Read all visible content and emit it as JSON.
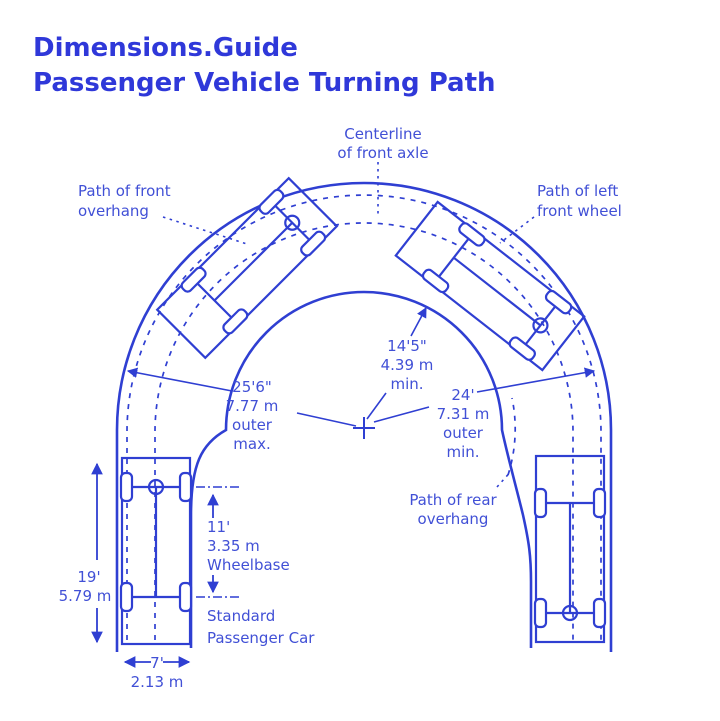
{
  "colors": {
    "ink": "#2f3fd2",
    "label_text": "#4150d6",
    "title_text": "#2f38d9",
    "background": "#ffffff"
  },
  "header": {
    "brand": "Dimensions.Guide",
    "title": "Passenger Vehicle Turning Path"
  },
  "labels": {
    "centerline": {
      "l1": "Centerline",
      "l2": "of front axle"
    },
    "front_overhang": {
      "l1": "Path of front",
      "l2": "overhang"
    },
    "left_front_wheel": {
      "l1": "Path of left",
      "l2": "front wheel"
    },
    "rear_overhang": {
      "l1": "Path of rear",
      "l2": "overhang"
    },
    "vehicle_type": {
      "l1": "Standard",
      "l2": "Passenger Car"
    }
  },
  "dims": {
    "inner_min": {
      "ft": "14'5\"",
      "m": "4.39 m",
      "q": "min."
    },
    "outer_max": {
      "ft": "25'6\"",
      "m": "7.77 m",
      "q1": "outer",
      "q2": "max."
    },
    "outer_min": {
      "ft": "24'",
      "m": "7.31 m",
      "q1": "outer",
      "q2": "min."
    },
    "wheelbase": {
      "ft": "11'",
      "m": "3.35 m",
      "label": "Wheelbase"
    },
    "car_length": {
      "ft": "19'",
      "m": "5.79 m"
    },
    "car_width": {
      "ft": "7'",
      "m": "2.13 m"
    }
  }
}
